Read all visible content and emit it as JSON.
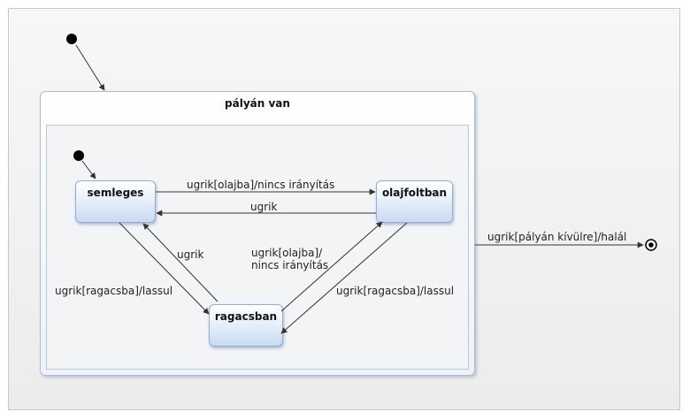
{
  "composite": {
    "title": "pályán van"
  },
  "states": {
    "semleges": "semleges",
    "olajfoltban": "olajfoltban",
    "ragacsban": "ragacsban"
  },
  "transitions": {
    "semleges_to_olajfoltban": "ugrik[olajba]/nincs irányítás",
    "olajfoltban_to_semleges": "ugrik",
    "ragacsban_to_semleges": "ugrik",
    "ragacsban_to_olajfoltban_line1": "ugrik[olajba]/",
    "ragacsban_to_olajfoltban_line2": "nincs irányítás",
    "semleges_to_ragacsban": "ugrik[ragacsba]/lassul",
    "olajfoltban_to_ragacsban": "ugrik[ragacsba]/lassul",
    "exit": "ugrik[pályán kívülre]/halál"
  }
}
